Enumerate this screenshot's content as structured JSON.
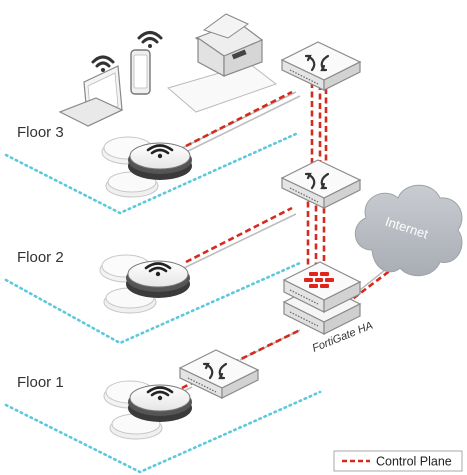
{
  "floors": [
    {
      "label": "Floor 3"
    },
    {
      "label": "Floor 2"
    },
    {
      "label": "Floor 1"
    }
  ],
  "cloud": {
    "label": "Internet"
  },
  "fortigate": {
    "label": "FortiGate HA"
  },
  "legend": {
    "control_plane": "Control Plane"
  },
  "colors": {
    "control_plane": "#d62a1e",
    "floor_boundary": "#5bc8dc",
    "device_body": "#f2f2f2",
    "device_edge": "#8a8a8a",
    "fortigate_accent": "#e0241b",
    "cloud_fill": "#b9bcc2",
    "wifi_icon": "#333333"
  },
  "icons": [
    "switch-icon",
    "access-point-icon",
    "wifi-icon",
    "laptop-icon",
    "phone-icon",
    "printer-icon",
    "fortigate-icon",
    "cloud-icon"
  ]
}
